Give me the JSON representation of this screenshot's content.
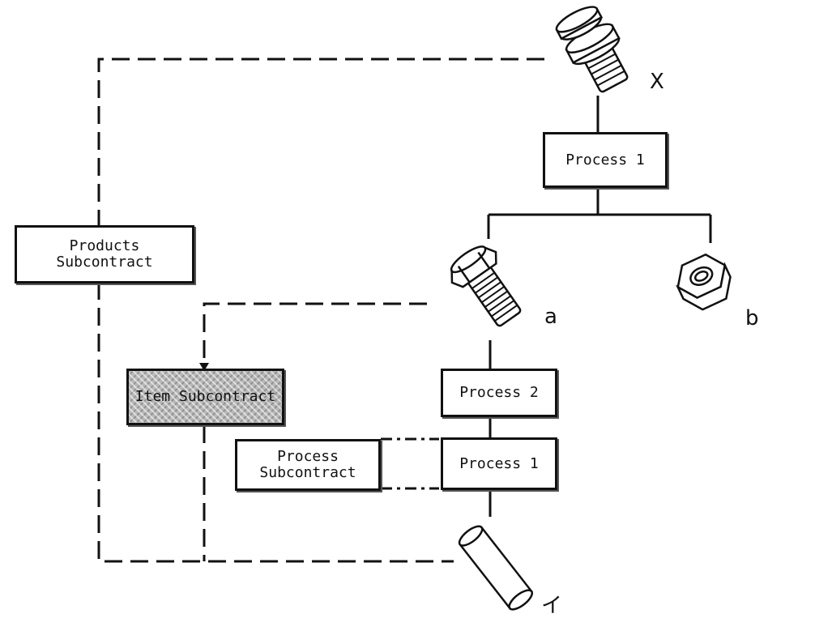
{
  "boxes": {
    "process1_top": "Process 1",
    "products_subcontract_line1": "Products",
    "products_subcontract_line2": "Subcontract",
    "item_subcontract": "Item Subcontract",
    "process2": "Process 2",
    "process1_lower": "Process 1",
    "process_subcontract_line1": "Process",
    "process_subcontract_line2": "Subcontract"
  },
  "labels": {
    "assembly": "X",
    "bolt": "a",
    "nut": "b",
    "raw_material": "イ"
  },
  "parts": {
    "assembly_icon": "bolt-nut-assembly-icon",
    "bolt_icon": "bolt-icon",
    "nut_icon": "hex-nut-icon",
    "raw_material_icon": "rod-cylinder-icon"
  },
  "colors": {
    "line": "#111111",
    "hatch": "#b8b8b8"
  }
}
